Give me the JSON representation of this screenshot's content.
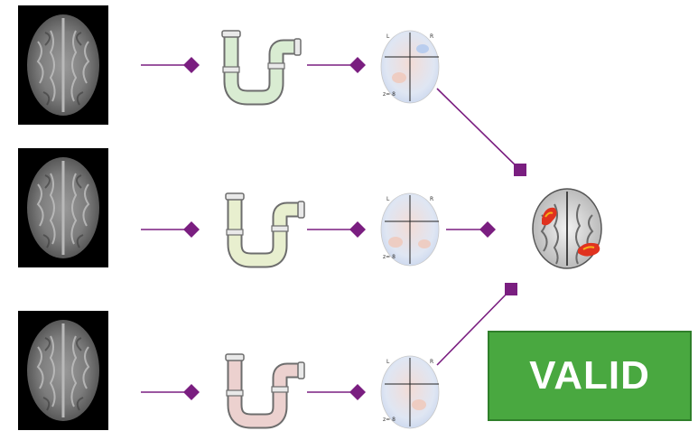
{
  "colors": {
    "connector": "#7a1e80",
    "badge_fill": "#49a840",
    "badge_border": "#2f7f2a",
    "badge_text": "#ffffff",
    "pipe_green": "#d9ecd2",
    "pipe_yellow": "#e8efcf",
    "pipe_red": "#ecd1cf",
    "pipe_outline": "#6d6d6d"
  },
  "rows": [
    {
      "input_icon": "mri-axial-slice-icon",
      "pipeline_icon": "pipe-icon",
      "pipe_color": "pipe_green",
      "output_map": {
        "left_label": "L",
        "right_label": "R",
        "slice_label": "z= 8"
      }
    },
    {
      "input_icon": "mri-axial-slice-icon",
      "pipeline_icon": "pipe-icon",
      "pipe_color": "pipe_yellow",
      "output_map": {
        "left_label": "L",
        "right_label": "R",
        "slice_label": "z= 8"
      }
    },
    {
      "input_icon": "mri-axial-slice-icon",
      "pipeline_icon": "pipe-icon",
      "pipe_color": "pipe_red",
      "output_map": {
        "left_label": "L",
        "right_label": "R",
        "slice_label": "z= 8"
      }
    }
  ],
  "result": {
    "icon": "brain-activation-map-icon"
  },
  "badge": {
    "label": "VALID"
  }
}
